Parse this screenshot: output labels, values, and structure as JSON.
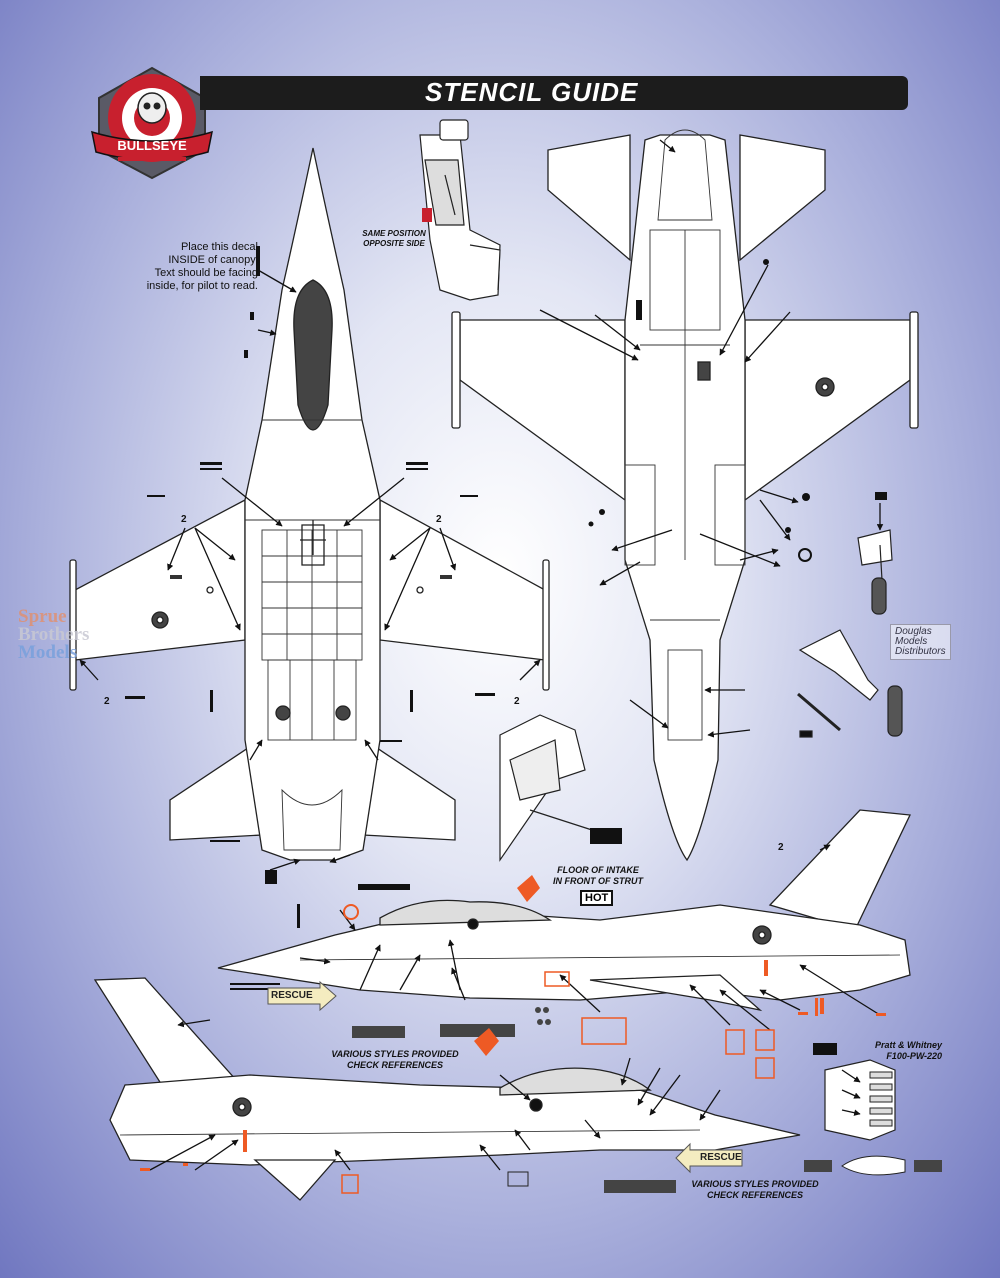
{
  "header": {
    "title": "STENCIL GUIDE"
  },
  "logo": {
    "text": "BULLSEYE"
  },
  "notes": {
    "canopy_1": "Place this decal",
    "canopy_2": "INSIDE of canopy.",
    "canopy_3": "Text should be facing",
    "canopy_4": "inside, for pilot to read.",
    "seat_1": "SAME POSITION",
    "seat_2": "OPPOSITE SIDE",
    "intake_1": "FLOOR OF INTAKE",
    "intake_2": "IN FRONT OF STRUT",
    "hot": "HOT",
    "rescue_1": "RESCUE",
    "rescue_2": "RESCUE",
    "styles_a1": "VARIOUS STYLES PROVIDED",
    "styles_a2": "CHECK REFERENCES",
    "styles_b1": "VARIOUS STYLES PROVIDED",
    "styles_b2": "CHECK REFERENCES",
    "engine_1": "Pratt & Whitney",
    "engine_2": "F100-PW-220",
    "num_2": "2"
  },
  "watermarks": {
    "sprue_1": "Sprue",
    "sprue_2": "Brothers",
    "sprue_3": "Models",
    "dm_1": "Douglas",
    "dm_2": "Models",
    "dm_3": "Distributors"
  },
  "colors": {
    "accent_orange": "#ee5a24",
    "banner": "#1c1c1c",
    "logo_red": "#c8202e"
  }
}
